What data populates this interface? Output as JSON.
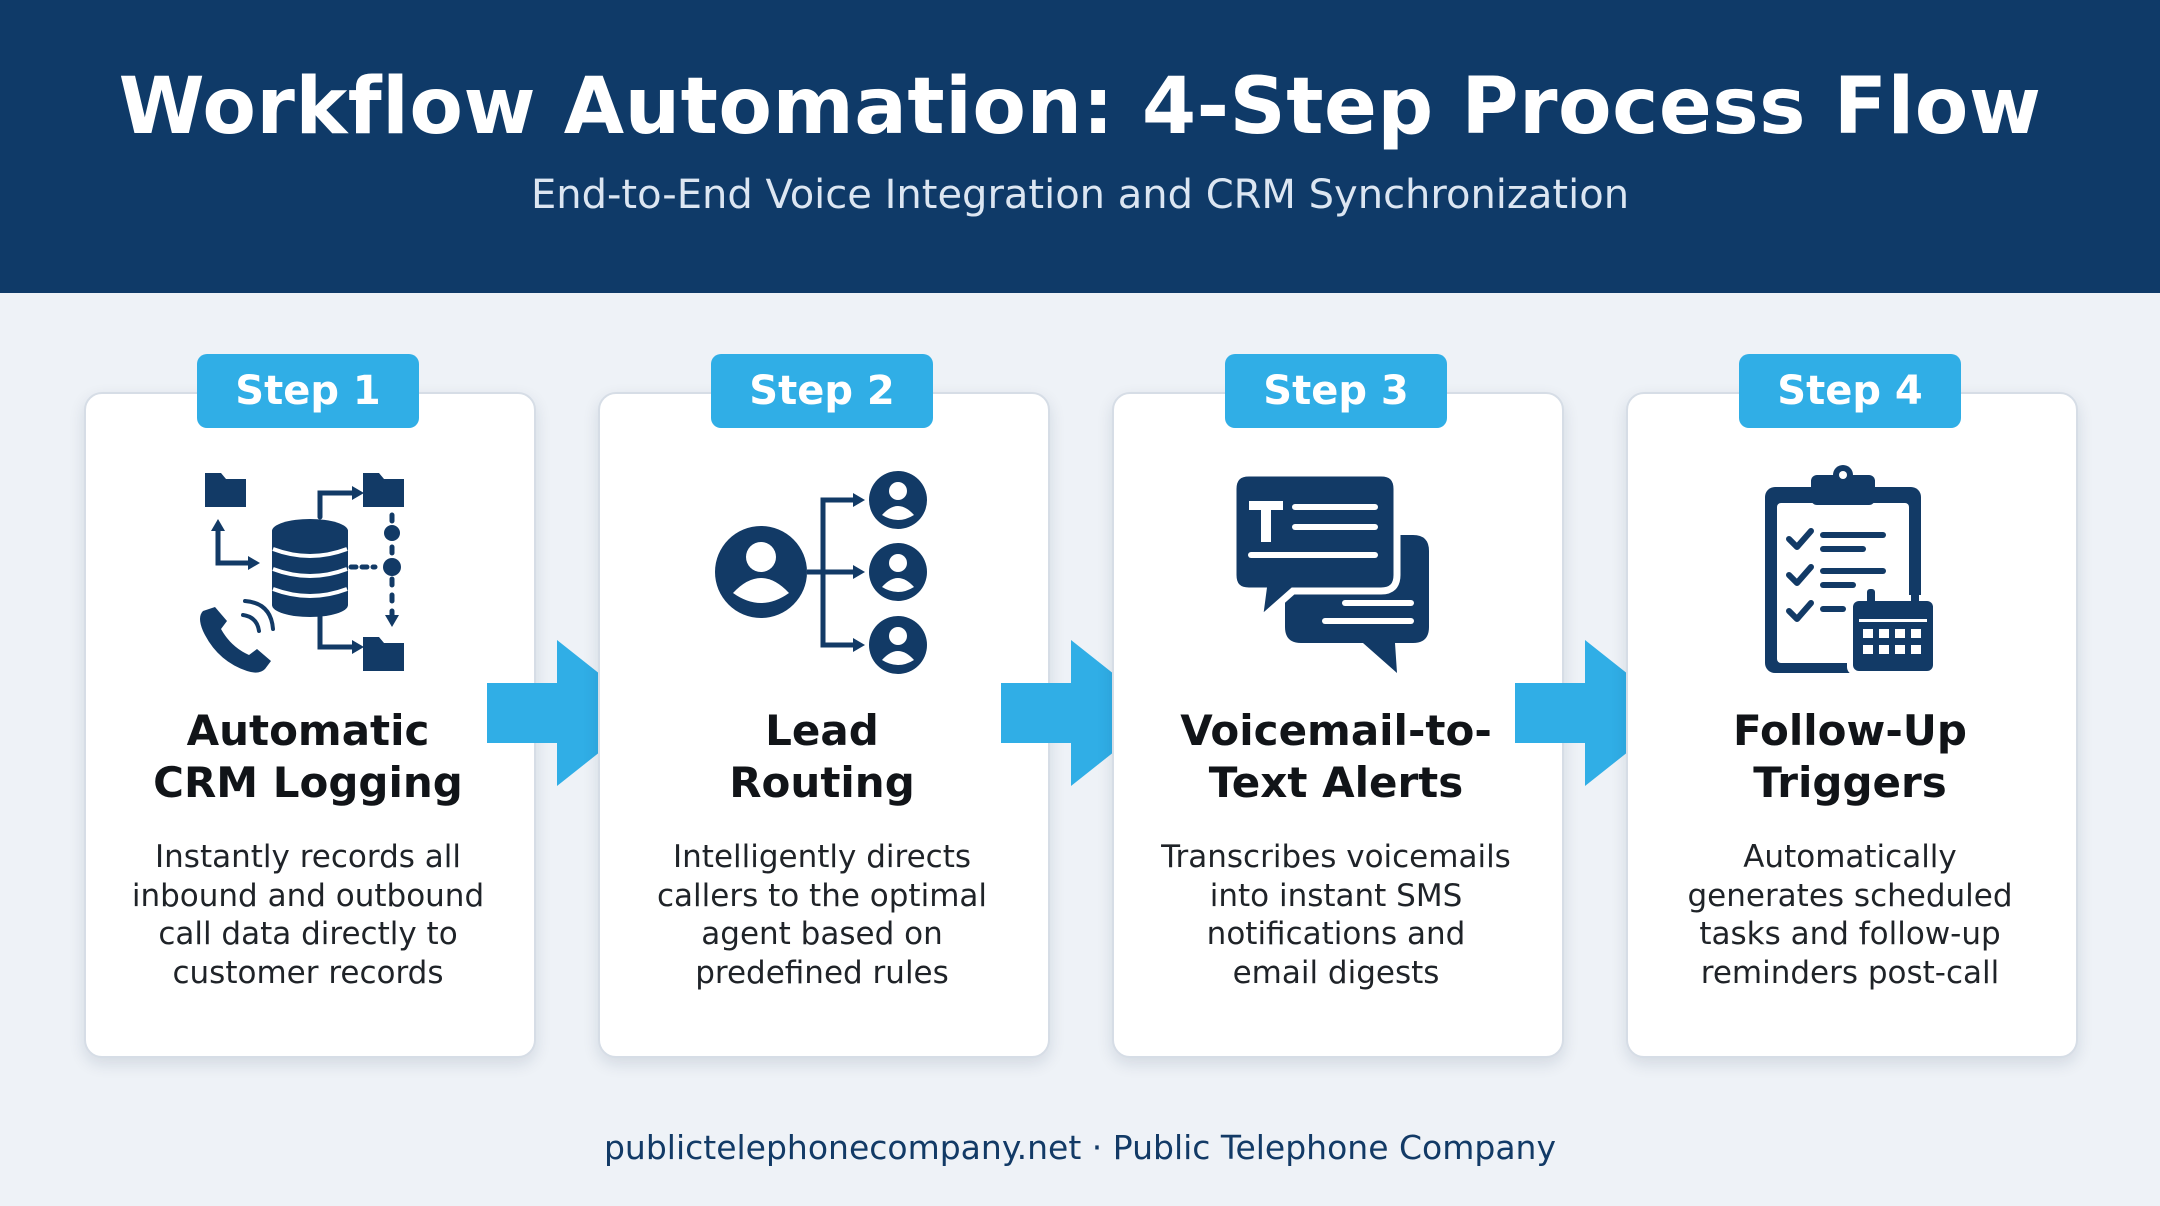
{
  "header": {
    "title": "Workflow Automation: 4-Step Process Flow",
    "subtitle": "End-to-End Voice Integration and CRM Synchronization"
  },
  "steps": [
    {
      "badge": "Step 1",
      "icon": "database-routing-icon",
      "title_line1": "Automatic",
      "title_line2": "CRM Logging",
      "desc": [
        "Instantly records all",
        "inbound and outbound",
        "call data directly to",
        "customer records"
      ]
    },
    {
      "badge": "Step 2",
      "icon": "lead-routing-icon",
      "title_line1": "Lead",
      "title_line2": "Routing",
      "desc": [
        "Intelligently directs",
        "callers to the optimal",
        "agent based on",
        "predefined rules"
      ]
    },
    {
      "badge": "Step 3",
      "icon": "chat-bubbles-icon",
      "title_line1": "Voicemail-to-",
      "title_line2": "Text Alerts",
      "desc": [
        "Transcribes voicemails",
        "into instant SMS",
        "notifications and",
        "email digests"
      ]
    },
    {
      "badge": "Step 4",
      "icon": "clipboard-calendar-icon",
      "title_line1": "Follow-Up",
      "title_line2": "Triggers",
      "desc": [
        "Automatically",
        "generates scheduled",
        "tasks and follow-up",
        "reminders post-call"
      ]
    }
  ],
  "footer": "publictelephonecompany.net · Public Telephone Company",
  "colors": {
    "header_bg": "#0f3a68",
    "accent": "#30aee6",
    "icon": "#123a66",
    "page_bg": "#eef2f7"
  }
}
